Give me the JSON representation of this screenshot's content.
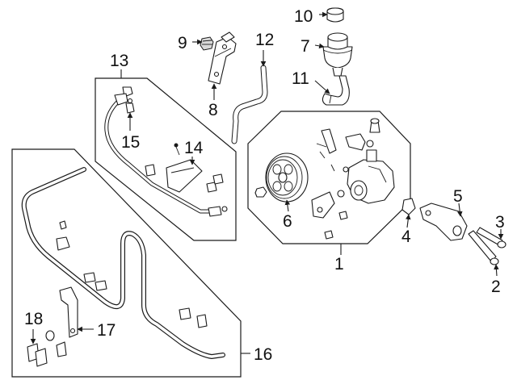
{
  "callouts": {
    "c1": "1",
    "c2": "2",
    "c3": "3",
    "c4": "4",
    "c5": "5",
    "c6": "6",
    "c7": "7",
    "c8": "8",
    "c9": "9",
    "c10": "10",
    "c11": "11",
    "c12": "12",
    "c13": "13",
    "c14": "14",
    "c15": "15",
    "c16": "16",
    "c17": "17",
    "c18": "18"
  },
  "colors": {
    "line": "#1a1a1a",
    "background": "#ffffff",
    "shade": "#d9d9d9"
  }
}
